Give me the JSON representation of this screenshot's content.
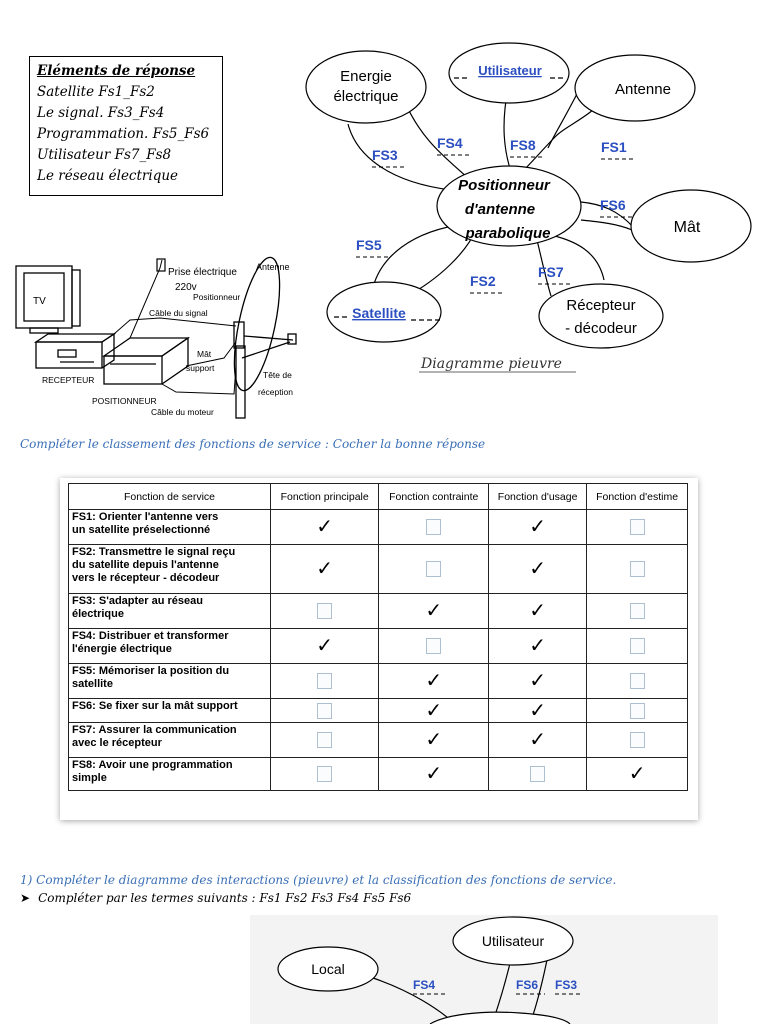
{
  "answer_box": {
    "title": "Eléments de réponse",
    "items": [
      "Satellite Fs1_Fs2",
      "Le signal. Fs3_Fs4",
      "Programmation. Fs5_Fs6",
      "Utilisateur Fs7_Fs8",
      "Le réseau électrique"
    ]
  },
  "setup": {
    "tv": "TV",
    "prise_1": "Prise électrique",
    "prise_2": "220v",
    "antenne": "Antenne",
    "positionneur_top": "Positionneur",
    "cable_signal": "Câble du signal",
    "mat_1": "Mât",
    "mat_2": "support",
    "tete_1": "Tête de",
    "tete_2": "réception",
    "recepteur": "RECEPTEUR",
    "positionneur": "POSITIONNEUR",
    "cable_moteur": "Câble du moteur"
  },
  "pieuvre": {
    "center_1": "Positionneur",
    "center_2": "d'antenne",
    "center_3": "parabolique",
    "energie_1": "Energie",
    "energie_2": "électrique",
    "utilisateur": "Utilisateur",
    "antenne": "Antenne",
    "mat": "Mât",
    "satellite": "Satellite",
    "recepteur_1": "Récepteur",
    "recepteur_2": "- décodeur",
    "fs1": "FS1",
    "fs2": "FS2",
    "fs3": "FS3",
    "fs4": "FS4",
    "fs5": "FS5",
    "fs6": "FS6",
    "fs7": "FS7",
    "fs8": "FS8",
    "caption": "Diagramme pieuvre"
  },
  "instruction": "Compléter le classement des fonctions de service : Cocher la bonne réponse",
  "table": {
    "headers": [
      "Fonction de service",
      "Fonction principale",
      "Fonction contrainte",
      "Fonction d'usage",
      "Fonction d'estime"
    ],
    "check_symbol": "✓",
    "rows": [
      {
        "lines": [
          "FS1: Orienter l'antenne vers",
          "un satellite préselectionné"
        ],
        "checks": [
          true,
          false,
          true,
          false
        ]
      },
      {
        "lines": [
          "FS2: Transmettre le signal reçu",
          "du satellite depuis l'antenne",
          "vers le récepteur - décodeur"
        ],
        "checks": [
          true,
          false,
          true,
          false
        ]
      },
      {
        "lines": [
          "FS3: S'adapter au réseau",
          "électrique"
        ],
        "checks": [
          false,
          true,
          true,
          false
        ]
      },
      {
        "lines": [
          "FS4: Distribuer et transformer",
          "l'énergie électrique"
        ],
        "checks": [
          true,
          false,
          true,
          false
        ]
      },
      {
        "lines": [
          "FS5: Mémoriser la position du",
          "satellite"
        ],
        "checks": [
          false,
          true,
          true,
          false
        ]
      },
      {
        "lines": [
          "FS6: Se fixer sur la  mât support"
        ],
        "checks": [
          false,
          true,
          true,
          false
        ]
      },
      {
        "lines": [
          "FS7: Assurer la communication",
          "avec le récepteur"
        ],
        "checks": [
          false,
          true,
          true,
          false
        ]
      },
      {
        "lines": [
          "FS8: Avoir une programmation",
          "simple"
        ],
        "checks": [
          false,
          true,
          false,
          true
        ]
      }
    ]
  },
  "question": "1)  Compléter le diagramme des interactions (pieuvre) et la classification des fonctions de service.",
  "bullet": {
    "arrow": "➤",
    "text": "Compléter par les termes suivants : Fs1 Fs2 Fs3 Fs4 Fs5 Fs6"
  },
  "pieuvre2": {
    "local": "Local",
    "utilisateur": "Utilisateur",
    "fs4": "FS4",
    "fs6": "FS6",
    "fs3": "FS3"
  }
}
